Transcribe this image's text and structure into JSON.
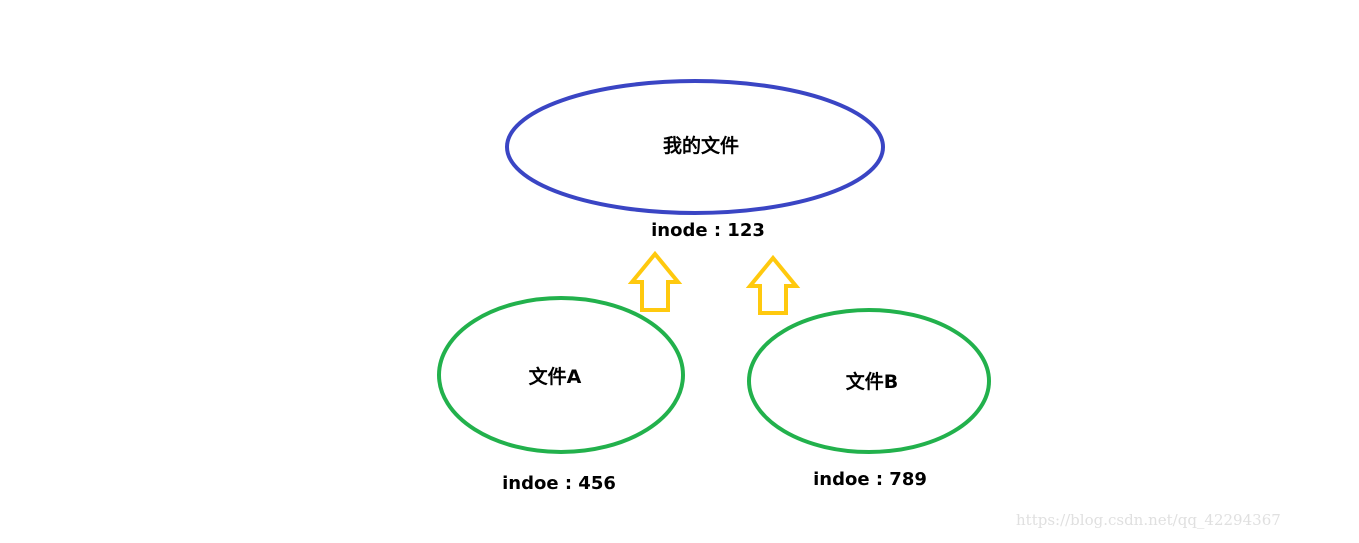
{
  "diagram": {
    "parent": {
      "label": "我的文件",
      "inode": "inode : 123",
      "stroke": "#3a45c4"
    },
    "children": [
      {
        "label": "文件A",
        "inode": "indoe : 456",
        "stroke": "#22b14c"
      },
      {
        "label": "文件B",
        "inode": "indoe : 789",
        "stroke": "#22b14c"
      }
    ],
    "arrows": [
      {
        "direction": "up",
        "color": "#ffc90e"
      },
      {
        "direction": "up",
        "color": "#ffc90e"
      }
    ]
  },
  "watermark": "https://blog.csdn.net/qq_42294367"
}
